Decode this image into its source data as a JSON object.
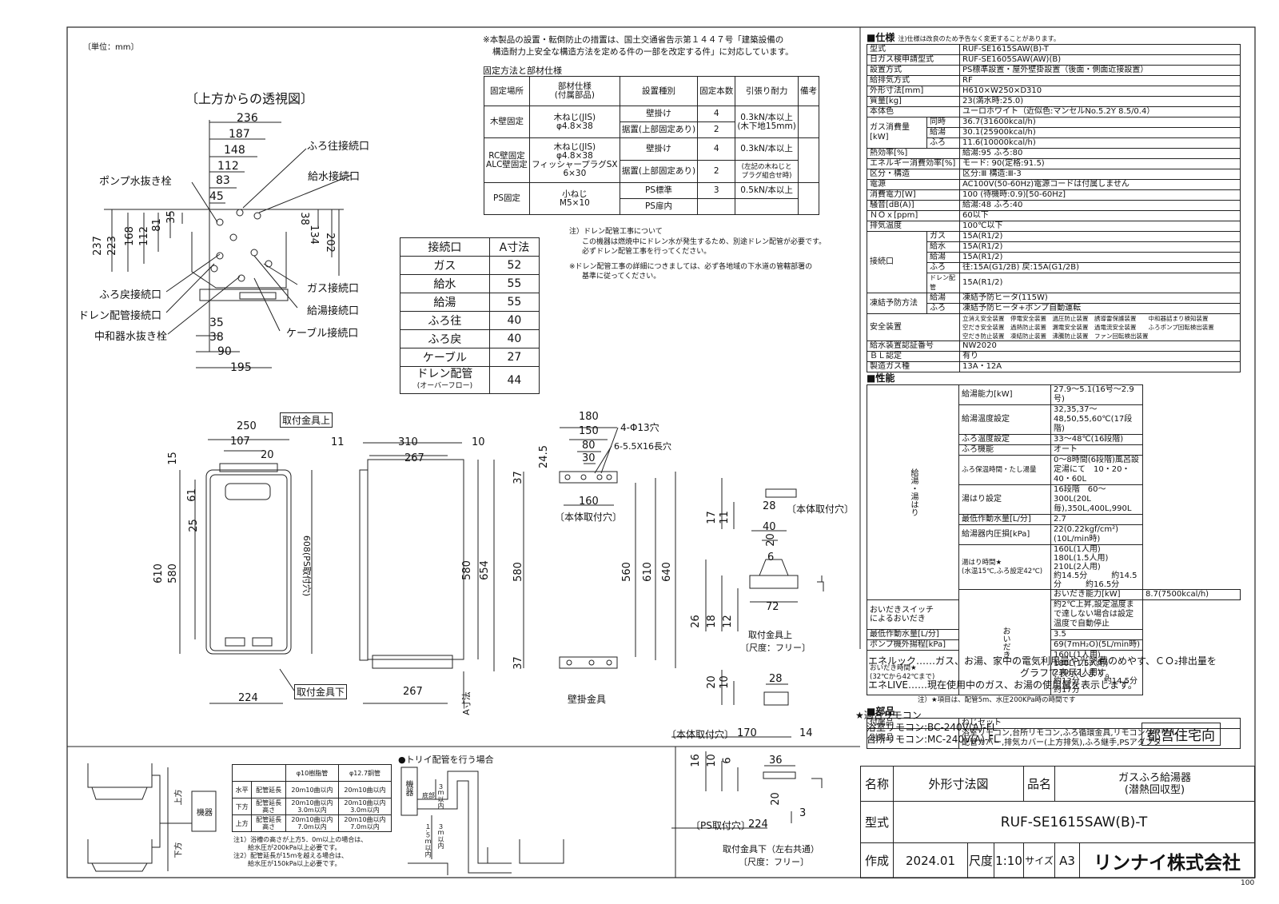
{
  "unit": "〔単位：mm〕",
  "top_note": {
    "line1": "※本製品の設置・転倒防止の措置は、国土交通省告示第１４４７号「建築設備の",
    "line2": "構造耐力上安全な構造方法を定める件の一部を改定する件」に対応しています。"
  },
  "fixing": {
    "caption": "固定方法と部材仕様",
    "headers": [
      "固定場所",
      "部材仕様\n(付属部品)",
      "設置種別",
      "固定本数",
      "引張り耐力",
      "備考"
    ],
    "wood": {
      "place": "木壁固定",
      "spec1": "木ねじ(JIS)",
      "spec2": "φ4.8×38",
      "type1": "壁掛け",
      "n1": "4",
      "type2": "据置(上部固定あり)",
      "n2": "2",
      "force1": "0.3kN/本以上",
      "force2": "(木下地15mm)"
    },
    "rc": {
      "place1": "RC壁固定",
      "place2": "ALC壁固定",
      "spec1": "木ねじ(JIS)",
      "spec2": "φ4.8×38",
      "spec3": "フィッシャープラグSX",
      "spec4": "6×30",
      "type1": "壁掛け",
      "n1": "4",
      "type2": "据置(上部固定あり)",
      "n2": "2",
      "force1": "0.3kN/本以上",
      "force2": "(左記の木ねじと",
      "force3": "プラグ組合せ時)"
    },
    "ps": {
      "place": "PS固定",
      "spec1": "小ねじ",
      "spec2": "M5×10",
      "type1": "PS標準",
      "n1": "3",
      "type2": "PS扉内",
      "force1": "0.5kN/本以上"
    }
  },
  "drain_note": {
    "l1": "注）ドレン配管工事について",
    "l2": "この機器は燃焼中にドレン水が発生するため、別途ドレン配管が必要です。",
    "l3": "必ずドレン配管工事を行ってください。",
    "l4": "※ドレン配管工事の詳細につきましては、必ず各地域の下水道の管轄部署の",
    "l5": "基準に従ってください。"
  },
  "a_dim": {
    "headers": [
      "接続口",
      "A寸法"
    ],
    "rows": [
      [
        "ガス",
        "52"
      ],
      [
        "給水",
        "55"
      ],
      [
        "給湯",
        "55"
      ],
      [
        "ふろ往",
        "40"
      ],
      [
        "ふろ戻",
        "40"
      ],
      [
        "ケーブル",
        "27"
      ]
    ],
    "drain_label": "ドレン配管",
    "drain_sub": "(オーバーフロー)",
    "drain_value": "44"
  },
  "top_view": {
    "title": "〔上方からの透視図〕",
    "dims": [
      "236",
      "187",
      "148",
      "112",
      "83",
      "45",
      "35",
      "81",
      "112",
      "168",
      "223",
      "237",
      "38",
      "134",
      "202",
      "35",
      "38",
      "90",
      "195"
    ],
    "labels": {
      "pump": "ポンプ水抜き栓",
      "furo_out": "ふろ往接続口",
      "water": "給水接続口",
      "furo_back": "ふろ戻接続口",
      "gas": "ガス接続口",
      "drain": "ドレン配管接続口",
      "hot": "給湯接続口",
      "neutral": "中和器水抜き栓",
      "cable": "ケーブル接続口"
    }
  },
  "front_view": {
    "label_top": "取付金具上",
    "label_bottom": "取付金具下",
    "dims": [
      "250",
      "107",
      "20",
      "15",
      "61",
      "25",
      "610",
      "580",
      "608(PS取付穴)",
      "224"
    ]
  },
  "side_view": {
    "dims": [
      "11",
      "310",
      "10",
      "267",
      "580",
      "654",
      "267"
    ],
    "a_label": "A寸法"
  },
  "wall_bracket": {
    "dims": [
      "180",
      "150",
      "80",
      "30",
      "24.5",
      "37",
      "160",
      "580",
      "560",
      "610",
      "640",
      "37"
    ],
    "hole1": "4-Φ13穴",
    "hole2": "6-5.5X16長穴",
    "body_hole": "〔本体取付穴〕",
    "caption": "壁掛金具"
  },
  "upper_bracket": {
    "dims": [
      "17",
      "11",
      "28",
      "40",
      "20",
      "6",
      "72",
      "26",
      "18",
      "12"
    ],
    "body_hole": "〔本体取付穴〕",
    "caption1": "取付金具上",
    "caption2": "〔尺度：フリー〕"
  },
  "lower_bracket": {
    "dims": [
      "20",
      "10",
      "28",
      "170",
      "14",
      "16",
      "10",
      "6",
      "36",
      "20",
      "224",
      "3"
    ],
    "body_hole": "〔本体取付穴〕",
    "ps_hole": "〔PS取付穴〕",
    "caption1": "取付金具下（左右共通）",
    "caption2": "〔尺度：フリー〕"
  },
  "specs": {
    "section1": "■仕様",
    "section1_note": "注)仕様は改良のため予告なく変更することがあります。",
    "rows_a": [
      [
        "型式",
        "RUF-SE1615SAW(B)-T"
      ],
      [
        "日ガス検申請型式",
        "RUF-SE1605SAW(AW)(B)"
      ],
      [
        "設置方式",
        "PS標準設置・屋外壁掛設置（後面・側面近接設置）"
      ],
      [
        "給排気方式",
        "RF"
      ],
      [
        "外形寸法[mm]",
        "H610×W250×D310"
      ],
      [
        "質量[kg]",
        "23(満水時:25.0)"
      ],
      [
        "本体色",
        "ユーロホワイト（近似色:マンセルNo.5.2Y 8.5/0.4）"
      ]
    ],
    "gas_label": "ガス消費量[kW]",
    "gas_rows": [
      [
        "同時",
        "36.7(31600kcal/h)"
      ],
      [
        "給湯",
        "30.1(25900kcal/h)"
      ],
      [
        "ふろ",
        "11.6(10000kcal/h)"
      ]
    ],
    "rows_b": [
      [
        "熱効率[%]",
        "給湯:95 ふろ:80"
      ],
      [
        "エネルギー消費効率[%]",
        "モード: 90(定格:91.5)"
      ],
      [
        "区分・構造",
        "区分:Ⅲ 構造:Ⅲ-3"
      ],
      [
        "電源",
        "AC100V(50-60Hz)電源コードは付属しません"
      ],
      [
        "消費電力[W]",
        "100 (待機時:0.9)[50-60Hz]"
      ],
      [
        "騒音[dB(A)]",
        "給湯:48 ふろ:40"
      ],
      [
        "ＮＯｘ[ppm]",
        "60以下"
      ],
      [
        "排気温度",
        "100℃以下"
      ]
    ],
    "conn_label": "接続口",
    "conn_rows": [
      [
        "ガス",
        "15A(R1/2)"
      ],
      [
        "給水",
        "15A(R1/2)"
      ],
      [
        "給湯",
        "15A(R1/2)"
      ],
      [
        "ふろ",
        "往:15A(G1/2B) 戻:15A(G1/2B)"
      ],
      [
        "ドレン配管",
        "15A(R1/2)"
      ]
    ],
    "freeze_label": "凍結予防方法",
    "freeze_rows": [
      [
        "給湯",
        "凍結予防ヒータ(115W)"
      ],
      [
        "ふろ",
        "凍結予防ヒータ+ポンプ自動運転"
      ]
    ],
    "safety_label": "安全装置",
    "safety_lines": [
      "立消え安全装置　停電安全装置　過圧防止装置　誘導雷保護装置　　中和器詰まり検知装置",
      "空だき安全装置　過熱防止装置　漏電安全装置　過電流安全装置　　ふろポンプ回転検出装置",
      "空だき防止装置　凍結防止装置　沸騰防止装置　ファン回転検出装置"
    ],
    "rows_c": [
      [
        "給水装置認証番号",
        "NW2020"
      ],
      [
        "ＢＬ認定",
        "有り"
      ],
      [
        "製造ガス種",
        "13A・12A"
      ]
    ],
    "section2": "■性能",
    "perf_group1": "給湯・湯はり",
    "perf_rows1": [
      [
        "給湯能力[kW]",
        "27.9～5.1(16号～2.9号)"
      ],
      [
        "給湯温度設定",
        "32,35,37～48,50,55,60℃(17段階)"
      ],
      [
        "ふろ温度設定",
        "33～48℃(16段階)"
      ],
      [
        "ふろ機能",
        "オート"
      ],
      [
        "ふろ保温時間・たし湯量",
        "0～8時間(6段階)風呂設定湯にて　10・20・40・60L"
      ],
      [
        "湯はり設定",
        "16段階　60～300L(20L毎),350L,400L,990L"
      ],
      [
        "最低作動水量[L/分]",
        "2.7"
      ],
      [
        "給湯器内圧損[kPa]",
        "22(0.22kgf/cm²)(10L/min時)"
      ]
    ],
    "fill_time_label1": "湯はり時間★",
    "fill_time_label2": "(水温15℃,ふろ設定42℃)",
    "fill_time_l1": "160L(1人用)　180L(1.5人用)　210L(2人用)",
    "fill_time_l2": "約14.5分　　　約14.5分　　　約16.5分",
    "perf_group2": "おいだき",
    "perf_rows2": [
      [
        "おいだき能力[kW]",
        "8.7(7500kcal/h)"
      ]
    ],
    "switch_label1": "おいだきスイッチ",
    "switch_label2": "によるおいだき",
    "switch_value": "約2℃上昇,設定温度まで達しない場合は設定温度で自動停止",
    "perf_rows3": [
      [
        "最低作動水量[L/分]",
        "3.5"
      ],
      [
        "ポンプ機外揚程[kPa]",
        "69(7mH₂O)(5L/min時)"
      ]
    ],
    "reheat_label1": "おいだき時間★",
    "reheat_label2": "(32℃から42℃まで)",
    "reheat_l1": "160L(1人用)　180L(1.5人用)　210L(2人用)",
    "reheat_l2": "約13分　　　約14.5分　　　約17分",
    "perf_note": "注）★項目は、配管5m、水圧200KPa時の時間です",
    "section3": "■部品",
    "parts_rows": [
      [
        "付属品",
        "ねじセット"
      ]
    ],
    "option_label": "別売品",
    "option_l1": "浴室リモコン,台所リモコン,ふろ循環金具,リモコンケーブル,",
    "option_l2": "配管カバー,排気カバー(上方排気),ふろ継手,PSアダプタ"
  },
  "ene": {
    "l1": "エネルック……ガス、お湯、家中の電気利用量や光熱費のめやす、ＣＯ₂排出量を",
    "l2": "グラフで表示します。",
    "l3": "エネLIVE……現在使用中のガス、お湯の使用量を表示します。"
  },
  "remote": {
    "title": "★適合リモコン",
    "bath": "浴室リモコン:BC-240V(A)-FL",
    "kitchen": "台所リモコン:MC-240V(A)-FL"
  },
  "stamp": "都営住宅向",
  "pipe_table": {
    "h1": "φ10樹脂管",
    "h2": "φ12.7銅管",
    "rows": [
      {
        "dir": "水平",
        "item": "配管延長",
        "v1": "20m10曲以内",
        "v2": "20m10曲以内"
      },
      {
        "dir": "下方",
        "item": "配管延長\n高さ",
        "v1": "20m10曲以内\n3.0m以内",
        "v2": "20m10曲以内\n3.0m以内"
      },
      {
        "dir": "上方",
        "item": "配管延長\n高さ",
        "v1": "20m10曲以内\n7.0m以内",
        "v2": "20m10曲以内\n7.0m以内"
      }
    ],
    "note1": "注1）浴槽の高さが上方5．0ｍ以上の場合は、",
    "note1b": "給水圧が200kPa以上必要です。",
    "note2": "注2）配管延長が15ｍを越える場合は、",
    "note2b": "給水圧が150kPa以上必要です。"
  },
  "bath_diagram": {
    "up": "上方",
    "down": "下方",
    "unit": "機器"
  },
  "trap_diagram": {
    "title": "●トリイ配管を行う場合",
    "unit": "機器",
    "base": "底部",
    "dim1": "３ｍ以内",
    "dim2": "１.５ｍ以内",
    "dim3": "３ｍ以内"
  },
  "title_block": {
    "name_k": "名称",
    "name_v": "外形寸法図",
    "product_k": "品名",
    "product_v1": "ガスふろ給湯器",
    "product_v2": "(潜熱回収型)",
    "model_k": "型式",
    "model_v": "RUF-SE1615SAW(B)-T",
    "made_k": "作成",
    "made_v": "2024.01",
    "scale_k": "尺度",
    "scale_v": "1:10",
    "size_k": "サイズ",
    "size_v": "A3",
    "company": "リンナイ株式会社"
  },
  "page_no": "100"
}
